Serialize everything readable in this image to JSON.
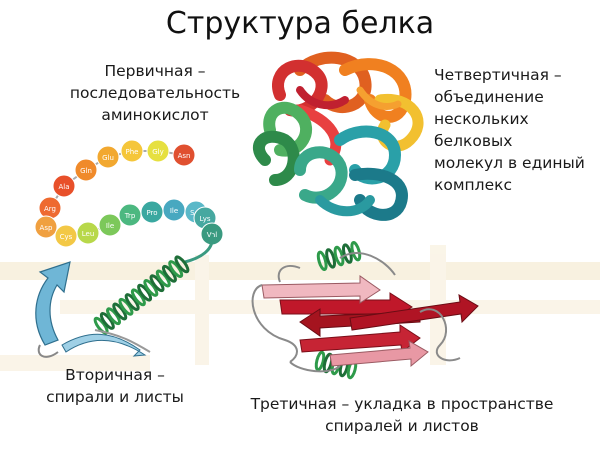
{
  "title": "Структура белка",
  "primary": {
    "lines": [
      "Первичная –",
      "последовательность",
      "аминокислот"
    ],
    "amino_acids": [
      "Ala",
      "Gln",
      "Glu",
      "Phe",
      "Gly",
      "Asn",
      "Arg",
      "Asp",
      "Cys",
      "Leu",
      "Ile",
      "Trp",
      "Pro",
      "Ile",
      "Ser",
      "Lys",
      "Val"
    ]
  },
  "quaternary": {
    "lines": [
      "Четвертичная –",
      "объединение",
      "нескольких",
      "белковых",
      "молекул в единый",
      "комплекс"
    ]
  },
  "secondary": {
    "lines": [
      "Вторичная –",
      "спирали и листы"
    ]
  },
  "tertiary": {
    "lines": [
      "Третичная – укладка в пространстве",
      "спиралей и листов"
    ]
  },
  "colors": {
    "helix_green": "#2e9a4a",
    "sheet_red": "#c0182a",
    "sheet_pink": "#e8a0a8",
    "sheet_blue": "#4d9cc0",
    "background_stripe": "#f3e6c8"
  }
}
